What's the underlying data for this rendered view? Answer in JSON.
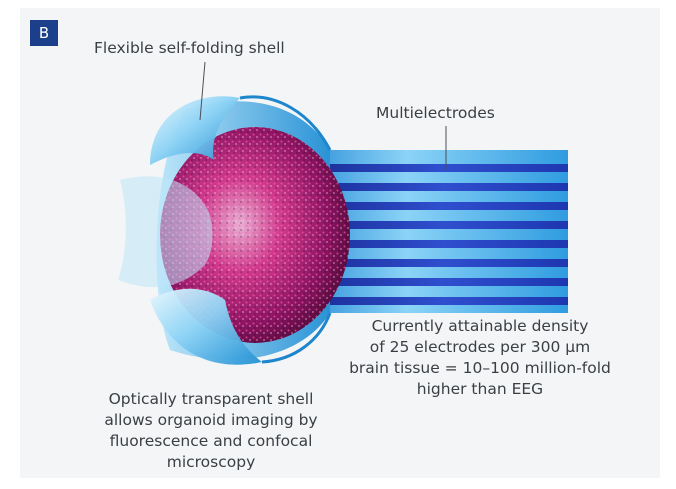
{
  "panel": {
    "badge": "B"
  },
  "labels": {
    "shell": "Flexible self-folding shell",
    "multielectrodes": "Multielectrodes",
    "density_line1": "Currently attainable density",
    "density_line2": "of 25 electrodes per 300 µm",
    "density_line3": "brain tissue = 10–100 million-fold",
    "density_line4": "higher than EEG",
    "transparent_line1": "Optically transparent shell",
    "transparent_line2": "allows organoid imaging by",
    "transparent_line3": "fluorescence and confocal",
    "transparent_line4": "microscopy"
  },
  "colors": {
    "badge": "#1c3f8c",
    "shell_light": "#d8f0fb",
    "shell_mid": "#5fbfee",
    "shell_dark": "#1a8ad0",
    "electrode_blue": "#1f3aa8",
    "electrode_light": "#79c6f2",
    "organoid_dark": "#6b0f4a",
    "organoid_bright": "#e0307e",
    "text": "#3a3f44"
  }
}
